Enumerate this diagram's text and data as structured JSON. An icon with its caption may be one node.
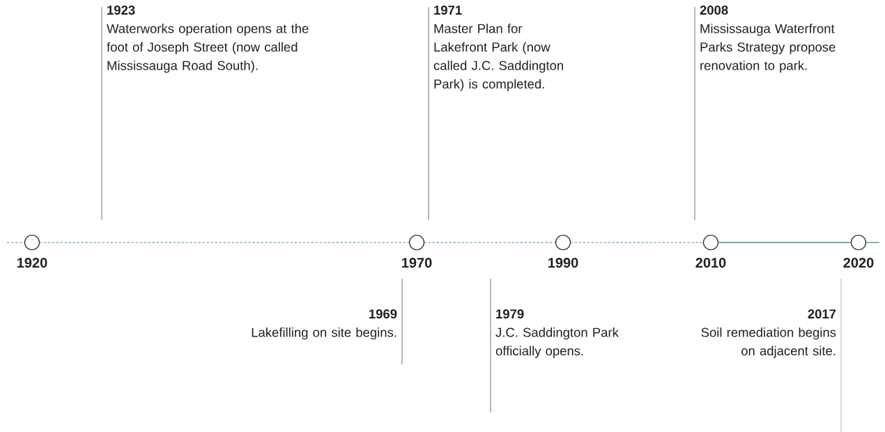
{
  "diagram": {
    "nodes": [
      {
        "text": [
          "1923",
          "Waterworks operation opens at the foot of Joseph Street (now called Mississauga Road South)."
        ]
      },
      {
        "text": [
          "1971",
          "Master Plan for Lakefront Park (now called J.C. Saddington Park) is completed."
        ]
      },
      {
        "text": [
          "2008",
          "Mississauga Waterfront Parks Strategy propose renovation to park."
        ]
      },
      {
        "text": [],
        "shape": "circle",
        "beside": [
          "1920"
        ]
      },
      {
        "text": [],
        "shape": "circle",
        "beside": [
          "1970"
        ]
      },
      {
        "text": [],
        "shape": "circle",
        "beside": [
          "1990"
        ]
      },
      {
        "text": [],
        "shape": "circle",
        "beside": [
          "2010"
        ]
      },
      {
        "text": [],
        "shape": "circle",
        "beside": [
          "2020"
        ]
      },
      {
        "text": [
          "1969",
          "Lakefilling on site begins."
        ]
      },
      {
        "text": [
          "1979",
          "J.C. Saddington Park officially opens."
        ]
      },
      {
        "text": [
          "2017",
          "Soil remediation begins on adjacent site."
        ]
      }
    ],
    "edges": [
      {
        "from": null,
        "to": 3,
        "arrow": "none",
        "style": "dashed"
      },
      {
        "from": 3,
        "to": 4,
        "arrow": "none",
        "style": "dashed"
      },
      {
        "from": 4,
        "to": 5,
        "arrow": "none",
        "style": "dashed"
      },
      {
        "from": 5,
        "to": 6,
        "arrow": "none",
        "style": "dashed"
      },
      {
        "from": 6,
        "to": 7,
        "arrow": "none"
      },
      {
        "from": 7,
        "to": null,
        "arrow": "none"
      }
    ]
  }
}
